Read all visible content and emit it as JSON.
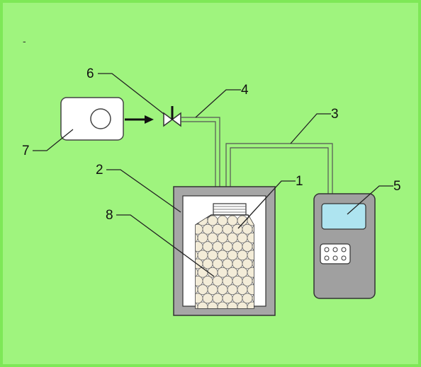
{
  "diagram": {
    "stray_mark": "-",
    "labels": {
      "n1": "1",
      "n2": "2",
      "n3": "3",
      "n4": "4",
      "n5": "5",
      "n6": "6",
      "n7": "7",
      "n8": "8"
    },
    "components": [
      "tube-with-particles",
      "chamber",
      "outlet-pipe",
      "inlet-pipe",
      "handheld-meter",
      "valve",
      "gas-source",
      "packed-particles"
    ],
    "colors": {
      "background": "#9ff47e",
      "outer_edge": "#3fd23f",
      "chamber_wall": "#9a9a9a",
      "meter_body": "#9e9e9e",
      "meter_screen": "#aee4f0"
    }
  }
}
